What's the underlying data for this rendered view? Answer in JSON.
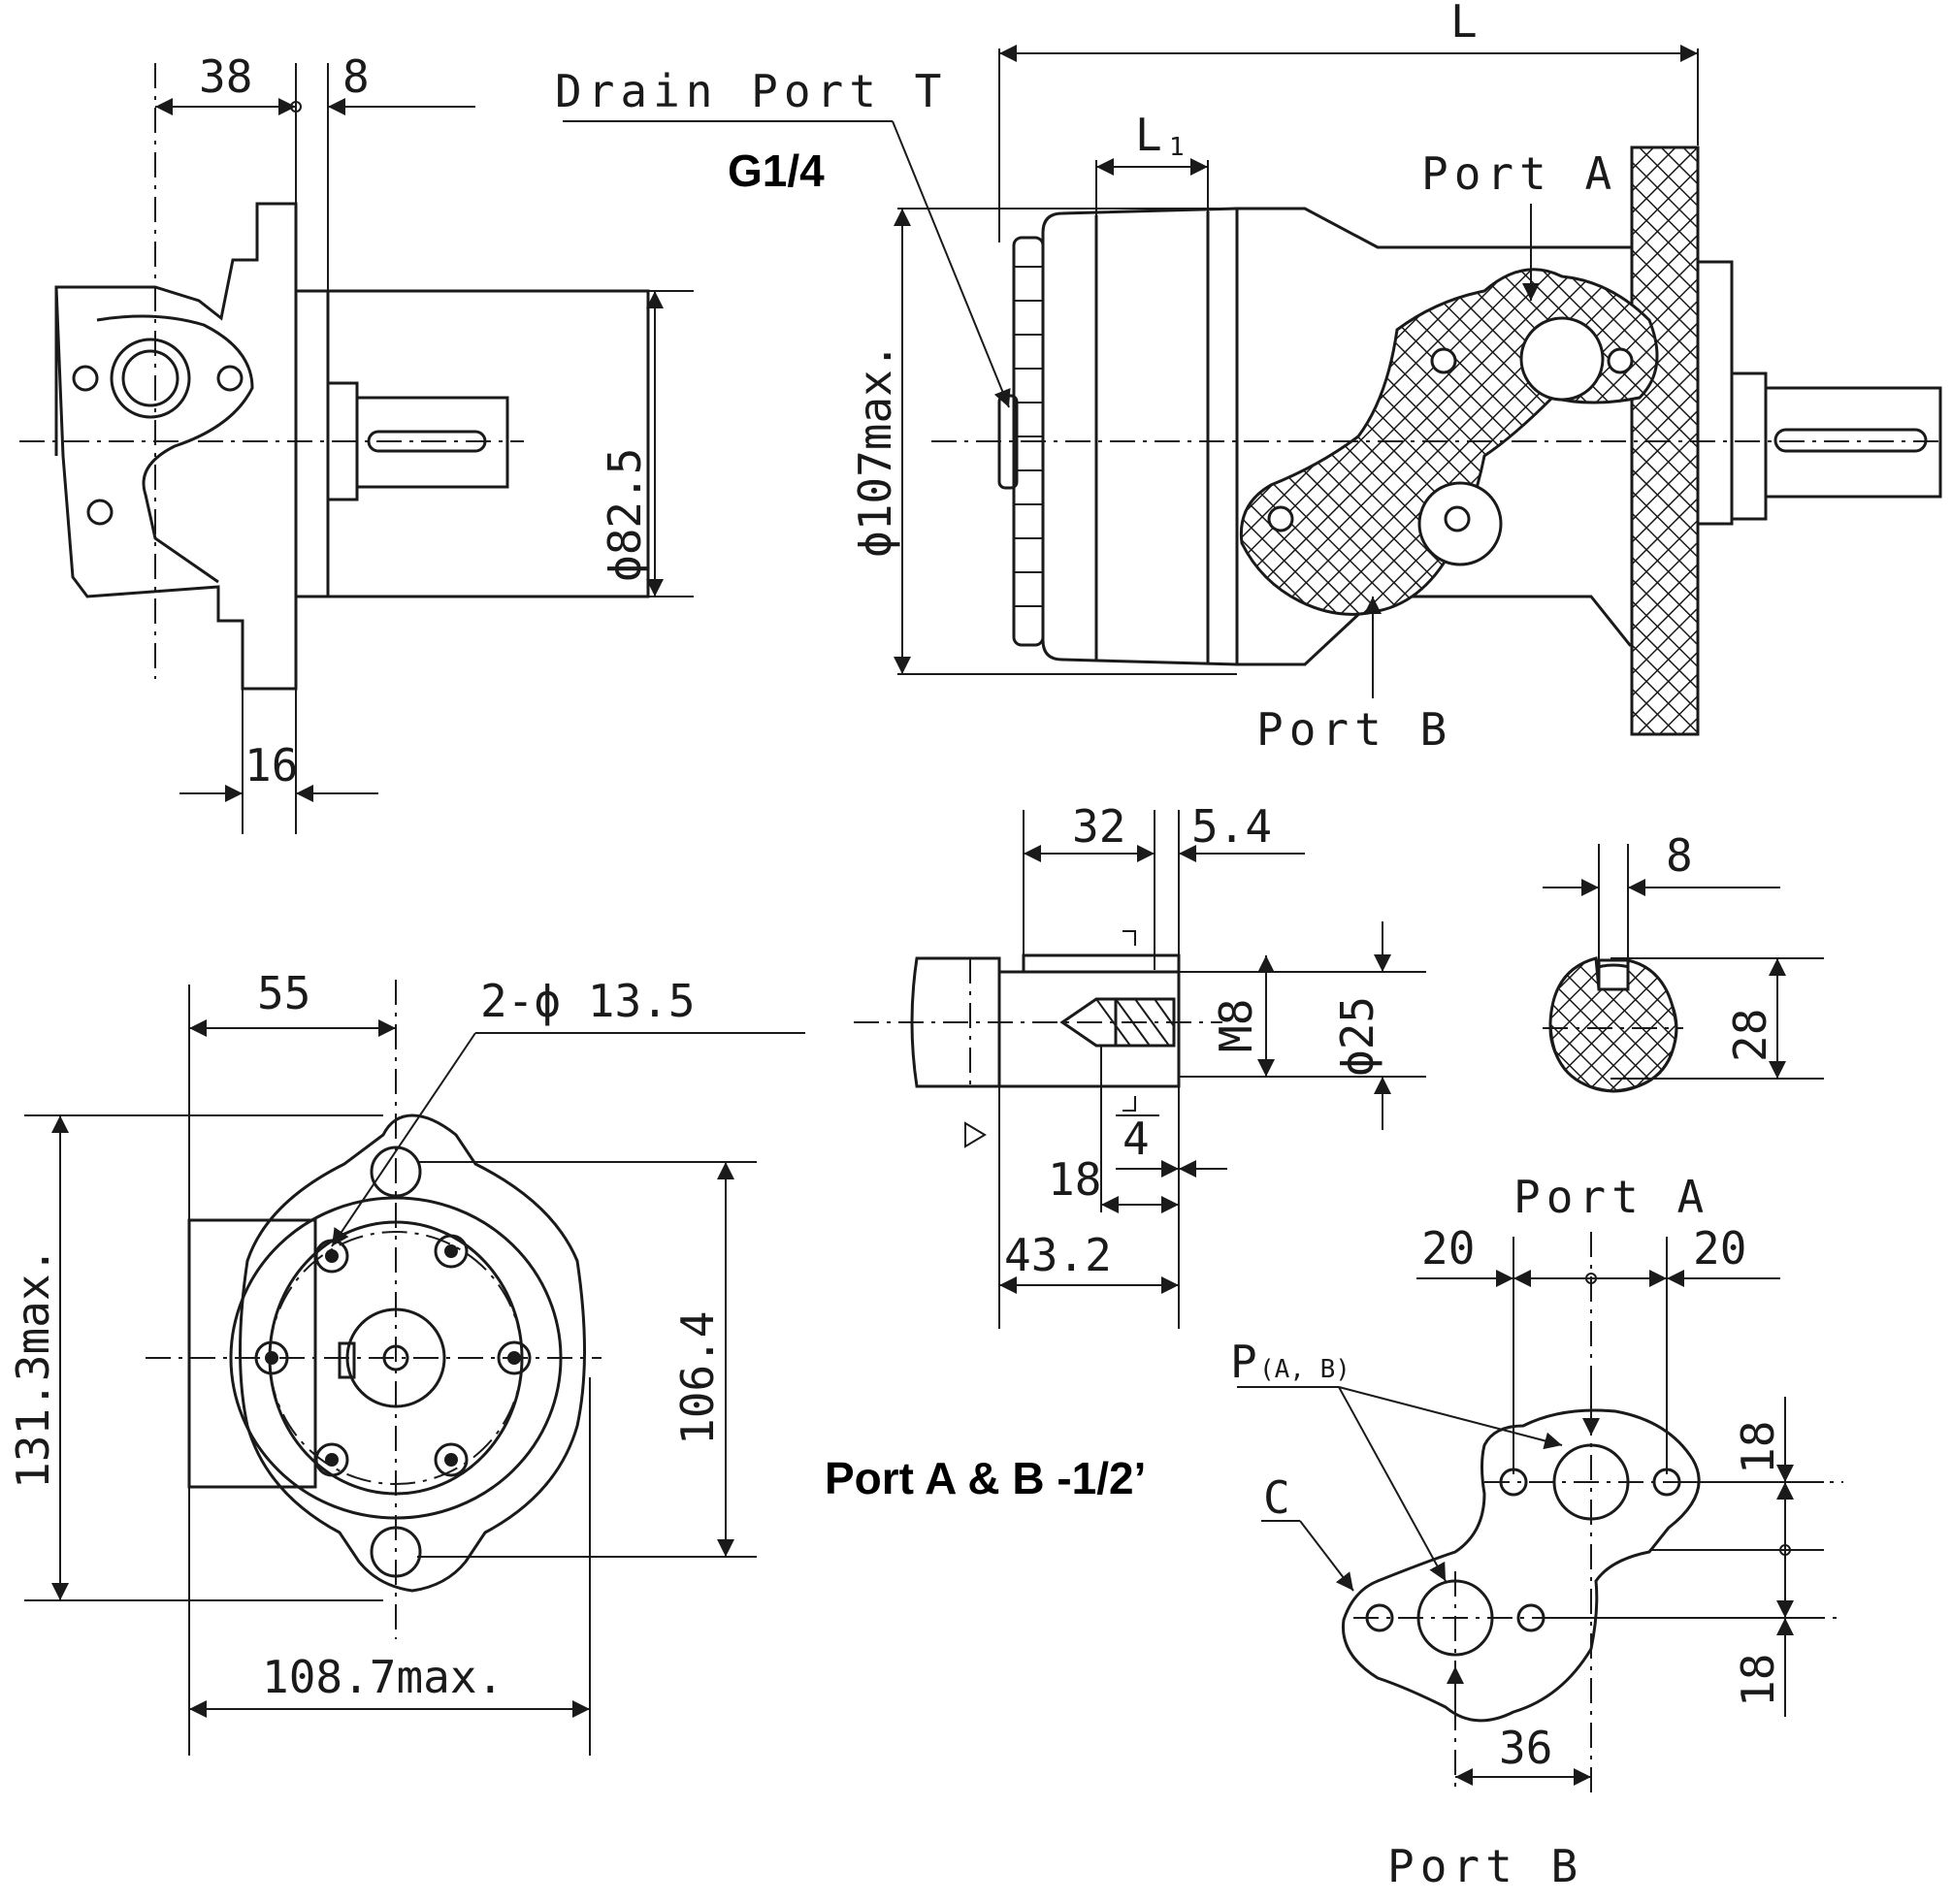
{
  "top_left": {
    "dim_38": "38",
    "dim_8": "8",
    "dim_82_5": "ϕ82.5",
    "dim_16": "16"
  },
  "top_right": {
    "drain_port": "Drain Port T",
    "g14": "G1/4",
    "dim_L": "L",
    "dim_L1": "L",
    "dim_L1_sub": "1",
    "port_a": "Port A",
    "port_b": "Port B",
    "dim_107": "ϕ107max."
  },
  "front_view": {
    "dim_55": "55",
    "dim_holes": "2-ϕ 13.5",
    "dim_131": "131.3max.",
    "dim_106": "106.4",
    "dim_108": "108.7max."
  },
  "shaft_detail": {
    "dim_32": "32",
    "dim_5_4": "5.4",
    "dim_m8": "M8",
    "dim_25": "ϕ25",
    "dim_4": "4",
    "dim_18": "18",
    "dim_43_2": "43.2"
  },
  "key_detail": {
    "dim_8": "8",
    "dim_28": "28"
  },
  "port_detail": {
    "port_a": "Port A",
    "port_b": "Port B",
    "dim_20_left": "20",
    "dim_20_right": "20",
    "p_ab": "P",
    "p_ab_sub": "(A, B)",
    "c": "C",
    "dim_18_top": "18",
    "dim_18_bottom": "18",
    "dim_36": "36"
  },
  "ports_note": "Port A & B -1/2’"
}
